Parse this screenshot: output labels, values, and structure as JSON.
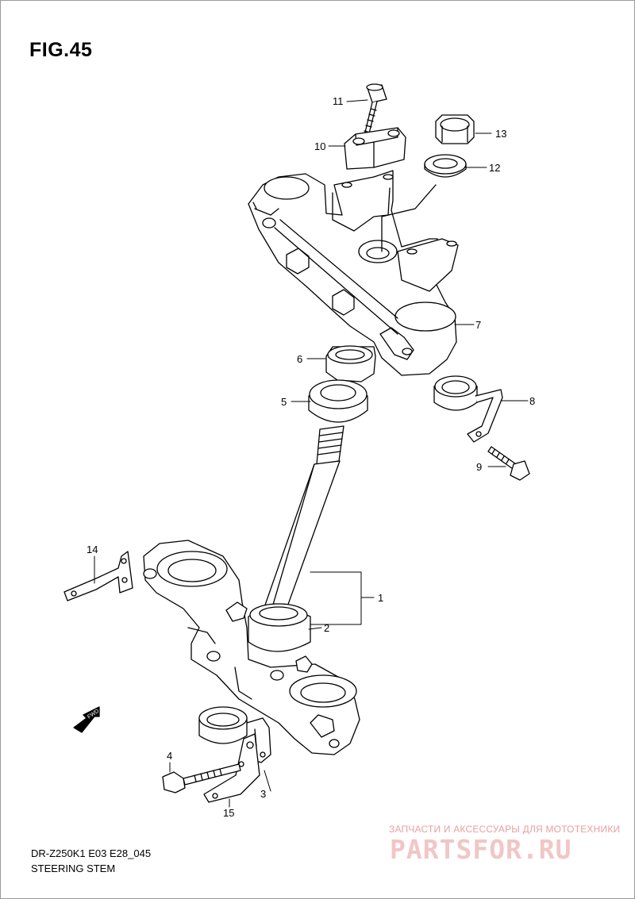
{
  "figure": {
    "title": "FIG.45",
    "model_code": "DR-Z250K1 E03 E28_045",
    "caption": "STEERING STEM",
    "fwd_label": "FWD"
  },
  "watermark": {
    "text": "ЗАПЧАСТИ И АКСЕССУАРЫ ДЛЯ МОТОТЕХНИКИ",
    "logo": "PARTSFOR.RU"
  },
  "callouts": [
    {
      "id": "1",
      "label": "1"
    },
    {
      "id": "2",
      "label": "2"
    },
    {
      "id": "3",
      "label": "3"
    },
    {
      "id": "4",
      "label": "4"
    },
    {
      "id": "5",
      "label": "5"
    },
    {
      "id": "6",
      "label": "6"
    },
    {
      "id": "7",
      "label": "7"
    },
    {
      "id": "8",
      "label": "8"
    },
    {
      "id": "9",
      "label": "9"
    },
    {
      "id": "10",
      "label": "10"
    },
    {
      "id": "11",
      "label": "11"
    },
    {
      "id": "12",
      "label": "12"
    },
    {
      "id": "13",
      "label": "13"
    },
    {
      "id": "14",
      "label": "14"
    },
    {
      "id": "15",
      "label": "15"
    }
  ],
  "colors": {
    "ink": "#000000",
    "watermark": "#f2c6c6",
    "frame": "#9a9a9a"
  }
}
